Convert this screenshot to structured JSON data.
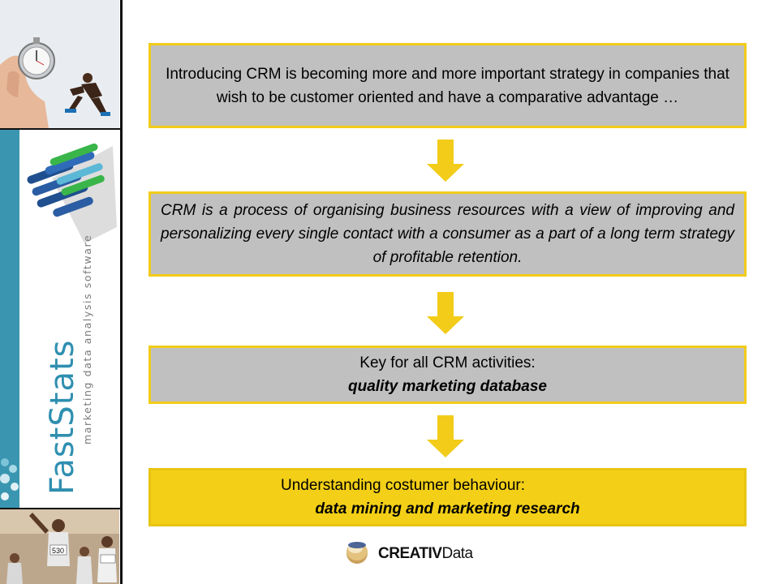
{
  "sidebar": {
    "brand_name": "FastStats",
    "brand_tagline": "marketing data analysis software"
  },
  "flow": {
    "box1": {
      "text": "Introducing CRM is becoming more and more important strategy in companies that wish to be customer oriented and have a comparative advantage …"
    },
    "box2": {
      "text": "CRM is a process of organising business resources with a view of improving and personalizing every single contact with a consumer as a part of a long term strategy of profitable retention."
    },
    "box3": {
      "line1": "Key for all CRM activities:",
      "line2": "quality marketing database"
    },
    "box4": {
      "line1": "Understanding costumer behaviour:",
      "line2": "data mining and marketing research"
    }
  },
  "footer": {
    "logo_bold": "CREATIV",
    "logo_light": "Data"
  },
  "colors": {
    "box_border": "#f2cc19",
    "box_fill": "#c0c0c0",
    "highlight_fill": "#f3d017",
    "arrow": "#f2cc19",
    "brand_teal": "#2f8fb0"
  }
}
